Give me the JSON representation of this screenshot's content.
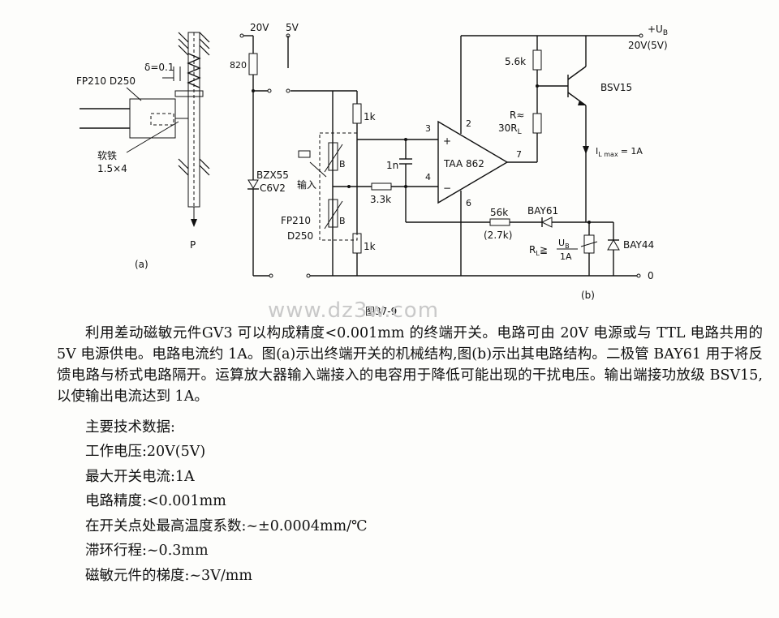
{
  "figure": {
    "caption": "图37-9",
    "watermark": "www.dz3w.com",
    "panel_a": {
      "tag": "(a)",
      "gap": "δ=0.1",
      "sensor": "FP210 D250",
      "iron": "软铁",
      "iron_size": "1.5×4",
      "force": "P"
    },
    "panel_b": {
      "tag": "(b)",
      "v20": "20V",
      "v5": "5V",
      "r820": "820",
      "zener_1": "BZX55",
      "zener_2": "C6V2",
      "input": "输入",
      "mag_b1": "B",
      "mag_b2": "B",
      "mag_elem_1": "FP210",
      "mag_elem_2": "D250",
      "r1k_top": "1k",
      "r1k_bot": "1k",
      "cap": "1n",
      "r33k": "3.3k",
      "opamp": "TAA 862",
      "pin2": "2",
      "pin3": "3",
      "pin4": "4",
      "pin6": "6",
      "pin7": "7",
      "plus": "+",
      "minus": "−",
      "r56k": "56k",
      "r27k": "(2.7k)",
      "bay61": "BAY61",
      "r56": "5.6k",
      "r_eq": "R≈",
      "r_30": "30R",
      "r_sub": "L",
      "bsv15": "BSV15",
      "ub": "+U",
      "ub_sub": "B",
      "ub_val": "20V(5V)",
      "current": "I",
      "current_sub": "L max",
      "current_val": "= 1A",
      "rl": "R",
      "rl_sub": "L",
      "rl_rel": "≧",
      "rl_num": "U",
      "rl_num_sub": "B",
      "rl_den": "1A",
      "bay44": "BAY44",
      "zero": "0"
    }
  },
  "description": "利用差动磁敏元件GV3 可以构成精度<0.001mm 的终端开关。电路可由 20V 电源或与 TTL 电路共用的 5V 电源供电。电路电流约 1A。图(a)示出终端开关的机械结构,图(b)示出其电路结构。二极管 BAY61 用于将反馈电路与桥式电路隔开。运算放大器输入端接入的电容用于降低可能出现的干扰电压。输出端接功放级 BSV15,以使输出电流达到 1A。",
  "specs_title": "主要技术数据:",
  "specs": [
    "工作电压:20V(5V)",
    "最大开关电流:1A",
    "电路精度:<0.001mm",
    "在开关点处最高温度系数:~±0.0004mm/℃",
    "滞环行程:~0.3mm",
    "磁敏元件的梯度:~3V/mm"
  ]
}
